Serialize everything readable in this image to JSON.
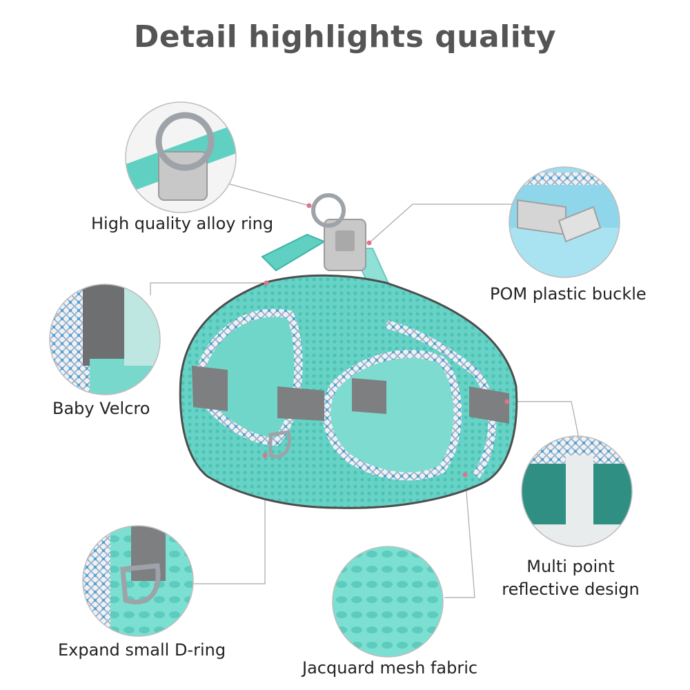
{
  "title": "Detail highlights quality",
  "features": {
    "alloy_ring": "High quality alloy ring",
    "pom_buckle": "POM plastic buckle",
    "velcro": "Baby Velcro",
    "reflective": "Multi point\nreflective design",
    "d_ring": "Expand small D-ring",
    "mesh": "Jacquard mesh fabric"
  },
  "colors": {
    "mint": "#5fd0c2",
    "mint_dark": "#3fb3a6",
    "reflective_grey": "#7d7f80",
    "trim_check": "#cfd7e0",
    "leader_line": "#999999",
    "dot": "#e2728a",
    "buckle": "#c8c8c8"
  }
}
